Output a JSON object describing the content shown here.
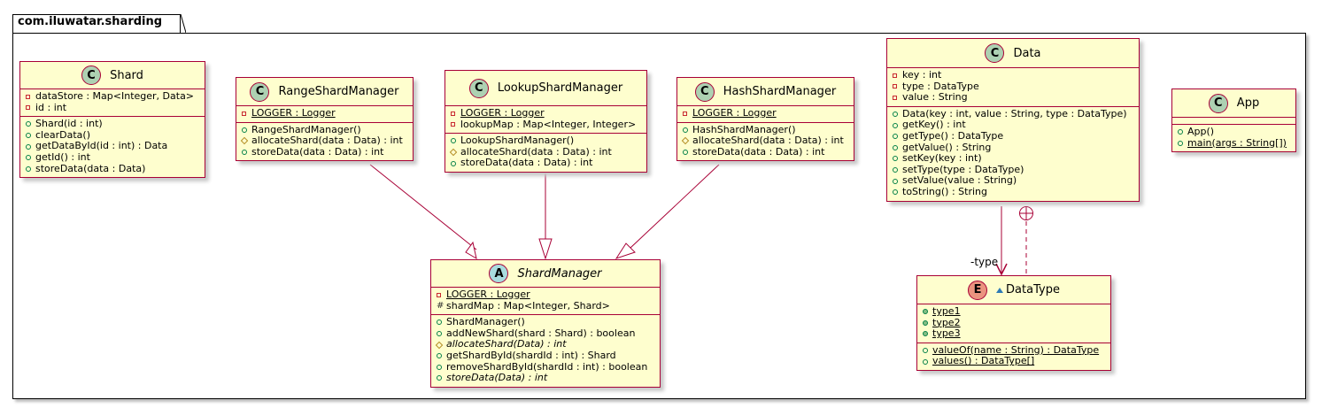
{
  "package": {
    "name": "com.iluwatar.sharding"
  },
  "classes": [
    {
      "id": "Shard",
      "stereotype": "C",
      "name": "Shard",
      "abstract": false,
      "fields": [
        {
          "vis": "private",
          "text": "dataStore : Map<Integer, Data>"
        },
        {
          "vis": "private",
          "text": "id : int"
        }
      ],
      "methods": [
        {
          "vis": "public",
          "text": "Shard(id : int)"
        },
        {
          "vis": "public",
          "text": "clearData()"
        },
        {
          "vis": "public",
          "text": "getDataById(id : int) : Data"
        },
        {
          "vis": "public",
          "text": "getId() : int"
        },
        {
          "vis": "public",
          "text": "storeData(data : Data)"
        }
      ]
    },
    {
      "id": "RangeShardManager",
      "stereotype": "C",
      "name": "RangeShardManager",
      "abstract": false,
      "fields": [
        {
          "vis": "private",
          "static": true,
          "text": "LOGGER : Logger"
        }
      ],
      "methods": [
        {
          "vis": "public",
          "text": "RangeShardManager()"
        },
        {
          "vis": "protected",
          "text": "allocateShard(data : Data) : int"
        },
        {
          "vis": "public",
          "text": "storeData(data : Data) : int"
        }
      ]
    },
    {
      "id": "LookupShardManager",
      "stereotype": "C",
      "name": "LookupShardManager",
      "abstract": false,
      "fields": [
        {
          "vis": "private",
          "static": true,
          "text": "LOGGER : Logger"
        },
        {
          "vis": "private",
          "text": "lookupMap : Map<Integer, Integer>"
        }
      ],
      "methods": [
        {
          "vis": "public",
          "text": "LookupShardManager()"
        },
        {
          "vis": "protected",
          "text": "allocateShard(data : Data) : int"
        },
        {
          "vis": "public",
          "text": "storeData(data : Data) : int"
        }
      ]
    },
    {
      "id": "HashShardManager",
      "stereotype": "C",
      "name": "HashShardManager",
      "abstract": false,
      "fields": [
        {
          "vis": "private",
          "static": true,
          "text": "LOGGER : Logger"
        }
      ],
      "methods": [
        {
          "vis": "public",
          "text": "HashShardManager()"
        },
        {
          "vis": "protected",
          "text": "allocateShard(data : Data) : int"
        },
        {
          "vis": "public",
          "text": "storeData(data : Data) : int"
        }
      ]
    },
    {
      "id": "ShardManager",
      "stereotype": "A",
      "name": "ShardManager",
      "abstract": true,
      "fields": [
        {
          "vis": "private",
          "static": true,
          "text": "LOGGER : Logger"
        },
        {
          "vis": "hash",
          "text": "shardMap : Map<Integer, Shard>"
        }
      ],
      "methods": [
        {
          "vis": "public",
          "text": "ShardManager()"
        },
        {
          "vis": "public",
          "text": "addNewShard(shard : Shard) : boolean"
        },
        {
          "vis": "protected",
          "abstract": true,
          "text": "allocateShard(Data) : int"
        },
        {
          "vis": "public",
          "text": "getShardById(shardId : int) : Shard"
        },
        {
          "vis": "public",
          "text": "removeShardById(shardId : int) : boolean"
        },
        {
          "vis": "public",
          "abstract": true,
          "text": "storeData(Data) : int"
        }
      ]
    },
    {
      "id": "Data",
      "stereotype": "C",
      "name": "Data",
      "abstract": false,
      "fields": [
        {
          "vis": "private",
          "text": "key : int"
        },
        {
          "vis": "private",
          "text": "type : DataType"
        },
        {
          "vis": "private",
          "text": "value : String"
        }
      ],
      "methods": [
        {
          "vis": "public",
          "text": "Data(key : int, value : String, type : DataType)"
        },
        {
          "vis": "public",
          "text": "getKey() : int"
        },
        {
          "vis": "public",
          "text": "getType() : DataType"
        },
        {
          "vis": "public",
          "text": "getValue() : String"
        },
        {
          "vis": "public",
          "text": "setKey(key : int)"
        },
        {
          "vis": "public",
          "text": "setType(type : DataType)"
        },
        {
          "vis": "public",
          "text": "setValue(value : String)"
        },
        {
          "vis": "public",
          "text": "toString() : String"
        }
      ]
    },
    {
      "id": "DataType",
      "stereotype": "E",
      "name": "DataType",
      "abstract": false,
      "packageVisible": true,
      "fields": [
        {
          "vis": "public-final",
          "static": true,
          "text": "type1"
        },
        {
          "vis": "public-final",
          "static": true,
          "text": "type2"
        },
        {
          "vis": "public-final",
          "static": true,
          "text": "type3"
        }
      ],
      "methods": [
        {
          "vis": "public",
          "static": true,
          "text": "valueOf(name : String) : DataType"
        },
        {
          "vis": "public",
          "static": true,
          "text": "values() : DataType[]"
        }
      ]
    },
    {
      "id": "App",
      "stereotype": "C",
      "name": "App",
      "abstract": false,
      "fields": [],
      "methods": [
        {
          "vis": "public",
          "text": "App()"
        },
        {
          "vis": "public",
          "static": true,
          "text": "main(args : String[])"
        }
      ]
    }
  ],
  "relations": [
    {
      "from": "RangeShardManager",
      "to": "ShardManager",
      "kind": "extends"
    },
    {
      "from": "LookupShardManager",
      "to": "ShardManager",
      "kind": "extends"
    },
    {
      "from": "HashShardManager",
      "to": "ShardManager",
      "kind": "extends"
    },
    {
      "from": "Data",
      "to": "DataType",
      "kind": "association",
      "label": "-type"
    },
    {
      "from": "Data",
      "to": "DataType",
      "kind": "nested"
    }
  ],
  "colors": {
    "class_fill": "#fefece",
    "class_border": "#a80036",
    "circle_class": "#add1b2",
    "circle_abstract": "#a9dcdf",
    "circle_enum": "#eb937f"
  }
}
